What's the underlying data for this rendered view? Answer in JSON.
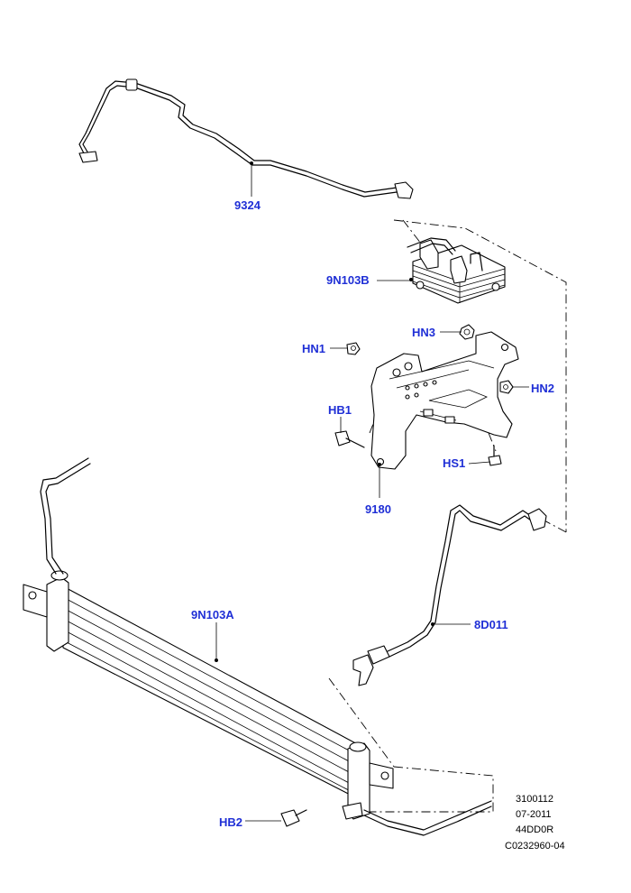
{
  "diagram": {
    "part_labels": {
      "9324": "9324",
      "9N103B": "9N103B",
      "HN3": "HN3",
      "HN1": "HN1",
      "HN2": "HN2",
      "HB1": "HB1",
      "HS1": "HS1",
      "9180": "9180",
      "9N103A": "9N103A",
      "8D011": "8D011",
      "HB2": "HB2"
    },
    "reference_block": [
      "3100112",
      "07-2011",
      "44DD0R",
      "C0232960-04"
    ]
  },
  "colors": {
    "label": "#1f2fd6",
    "line": "#000000",
    "background": "#ffffff"
  }
}
